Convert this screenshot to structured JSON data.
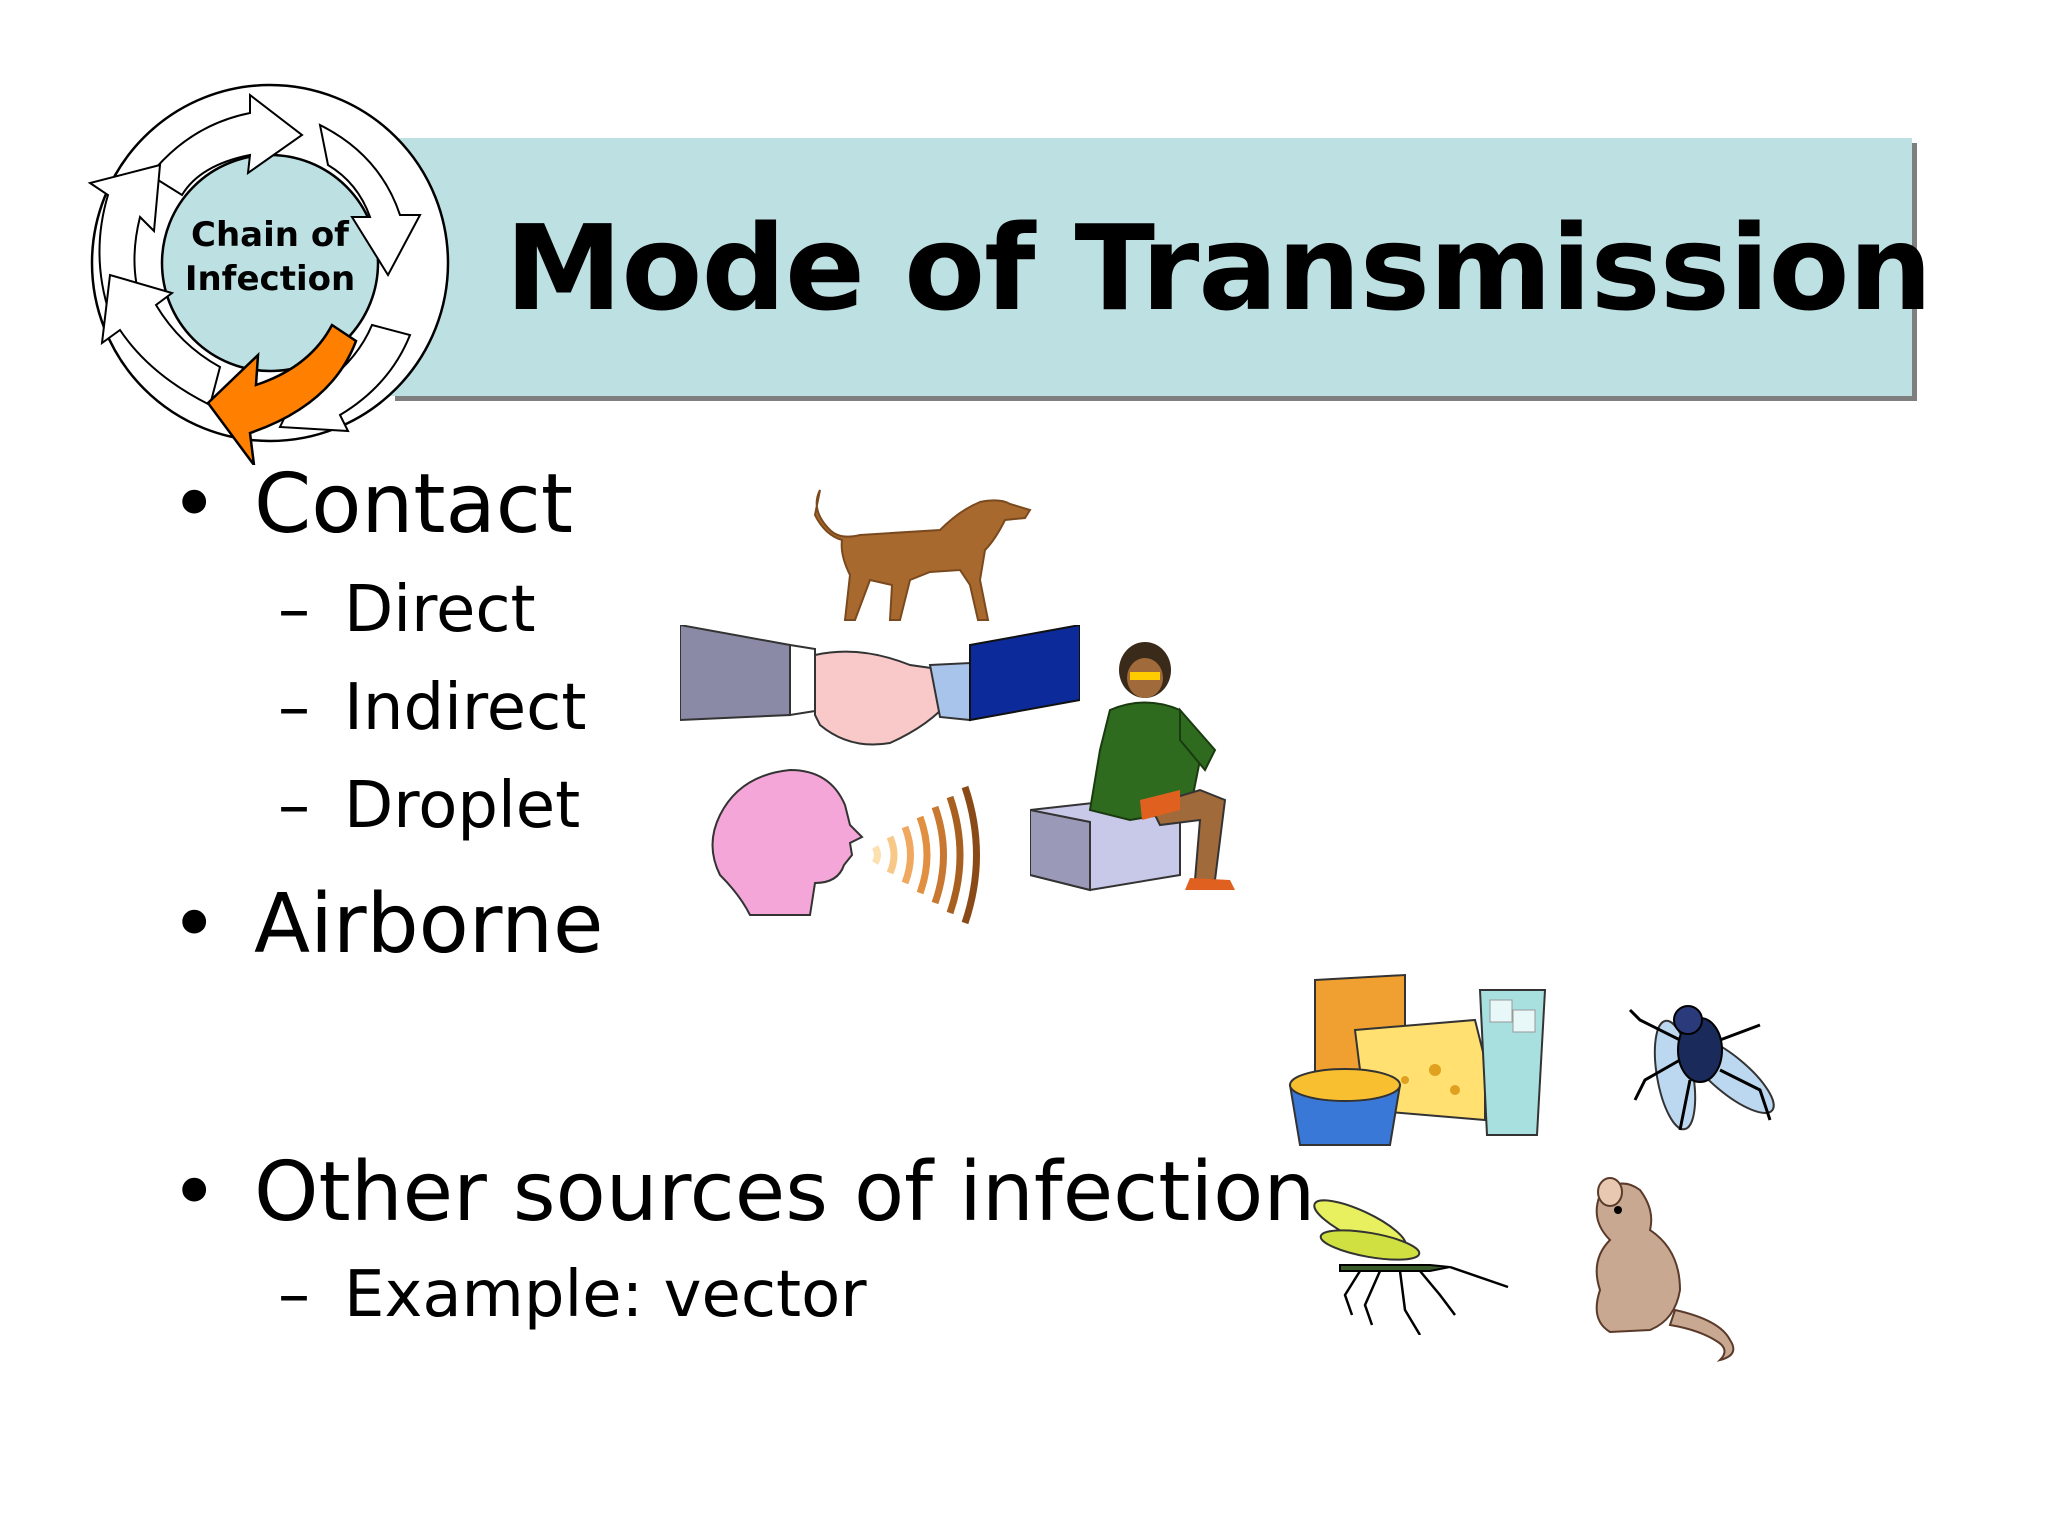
{
  "slide": {
    "title": "Mode of Transmission",
    "cycle_label_line1": "Chain of",
    "cycle_label_line2": "Infection",
    "bullets": [
      {
        "text": "Contact",
        "subs": [
          "Direct",
          "Indirect",
          "Droplet"
        ]
      },
      {
        "text": "Airborne",
        "subs": []
      },
      {
        "text": "Other sources of infection",
        "subs": [
          "Example: vector"
        ]
      }
    ],
    "bullet_symbol": "•",
    "dash_symbol": "–"
  },
  "colors": {
    "banner": "#bde0e3",
    "banner_shadow": "#7f7f7f",
    "cycle_inner": "#bde0e3",
    "highlight_arrow": "#ff8000"
  },
  "images": [
    {
      "name": "dog-icon"
    },
    {
      "name": "handshake-icon"
    },
    {
      "name": "speaking-head-icon"
    },
    {
      "name": "woman-on-phone-icon"
    },
    {
      "name": "food-and-drink-icon"
    },
    {
      "name": "housefly-icon"
    },
    {
      "name": "mosquito-icon"
    },
    {
      "name": "mouse-icon"
    }
  ]
}
